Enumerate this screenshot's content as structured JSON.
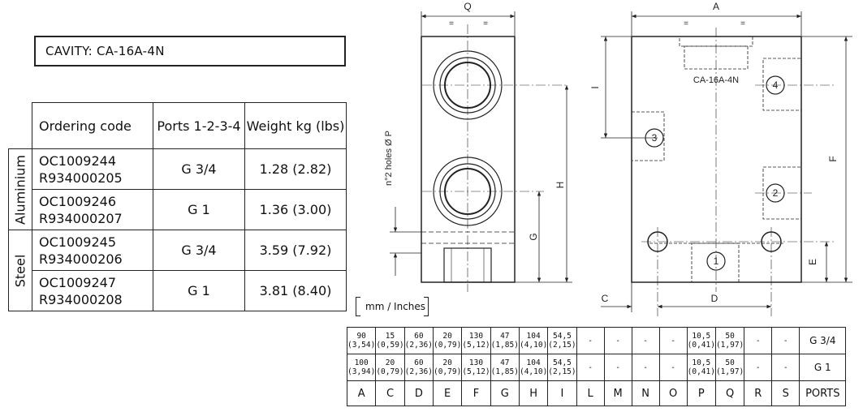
{
  "cavity": "CAVITY: CA-16A-4N",
  "ordering": {
    "headers": {
      "code": "Ordering code",
      "ports": "Ports 1-2-3-4",
      "weight": "Weight kg (lbs)"
    },
    "groups": [
      {
        "material": "Aluminium",
        "rows": [
          {
            "code1": "OC1009244",
            "code2": "R934000205",
            "ports": "G 3/4",
            "weight": "1.28 (2.82)"
          },
          {
            "code1": "OC1009246",
            "code2": "R934000207",
            "ports": "G 1",
            "weight": "1.36 (3.00)"
          }
        ]
      },
      {
        "material": "Steel",
        "rows": [
          {
            "code1": "OC1009245",
            "code2": "R934000206",
            "ports": "G 3/4",
            "weight": "3.59 (7.92)"
          },
          {
            "code1": "OC1009247",
            "code2": "R934000208",
            "ports": "G 1",
            "weight": "3.81 (8.40)"
          }
        ]
      }
    ]
  },
  "drawing": {
    "left_view": {
      "dim_q": "Q",
      "eq": "=",
      "dim_holes": "n°2 holes Ø P",
      "dim_h": "H",
      "dim_g": "G"
    },
    "right_view": {
      "dim_a": "A",
      "eq": "=",
      "cavity_label": "CA-16A-4N",
      "ports": [
        "1",
        "2",
        "3",
        "4"
      ],
      "dim_f": "F",
      "dim_i": "I",
      "dim_e": "E",
      "dim_c": "C",
      "dim_d": "D"
    }
  },
  "units": "mm / Inches",
  "dimensions": {
    "rows": [
      {
        "cells": [
          [
            "90",
            "(3,54)"
          ],
          [
            "15",
            "(0,59)"
          ],
          [
            "60",
            "(2,36)"
          ],
          [
            "20",
            "(0,79)"
          ],
          [
            "130",
            "(5,12)"
          ],
          [
            "47",
            "(1,85)"
          ],
          [
            "104",
            "(4,10)"
          ],
          [
            "54,5",
            "(2,15)"
          ],
          [
            "-",
            ""
          ],
          [
            "-",
            ""
          ],
          [
            "-",
            ""
          ],
          [
            "-",
            ""
          ],
          [
            "10,5",
            "(0,41)"
          ],
          [
            "50",
            "(1,97)"
          ],
          [
            "-",
            ""
          ],
          [
            "-",
            ""
          ]
        ],
        "port": "G 3/4"
      },
      {
        "cells": [
          [
            "100",
            "(3,94)"
          ],
          [
            "20",
            "(0,79)"
          ],
          [
            "60",
            "(2,36)"
          ],
          [
            "20",
            "(0,79)"
          ],
          [
            "130",
            "(5,12)"
          ],
          [
            "47",
            "(1,85)"
          ],
          [
            "104",
            "(4,10)"
          ],
          [
            "54,5",
            "(2,15)"
          ],
          [
            "-",
            ""
          ],
          [
            "-",
            ""
          ],
          [
            "-",
            ""
          ],
          [
            "-",
            ""
          ],
          [
            "10,5",
            "(0,41)"
          ],
          [
            "50",
            "(1,97)"
          ],
          [
            "-",
            ""
          ],
          [
            "-",
            ""
          ]
        ],
        "port": "G 1"
      }
    ],
    "labels": [
      "A",
      "C",
      "D",
      "E",
      "F",
      "G",
      "H",
      "I",
      "L",
      "M",
      "N",
      "O",
      "P",
      "Q",
      "R",
      "S"
    ],
    "ports_label": "PORTS"
  }
}
